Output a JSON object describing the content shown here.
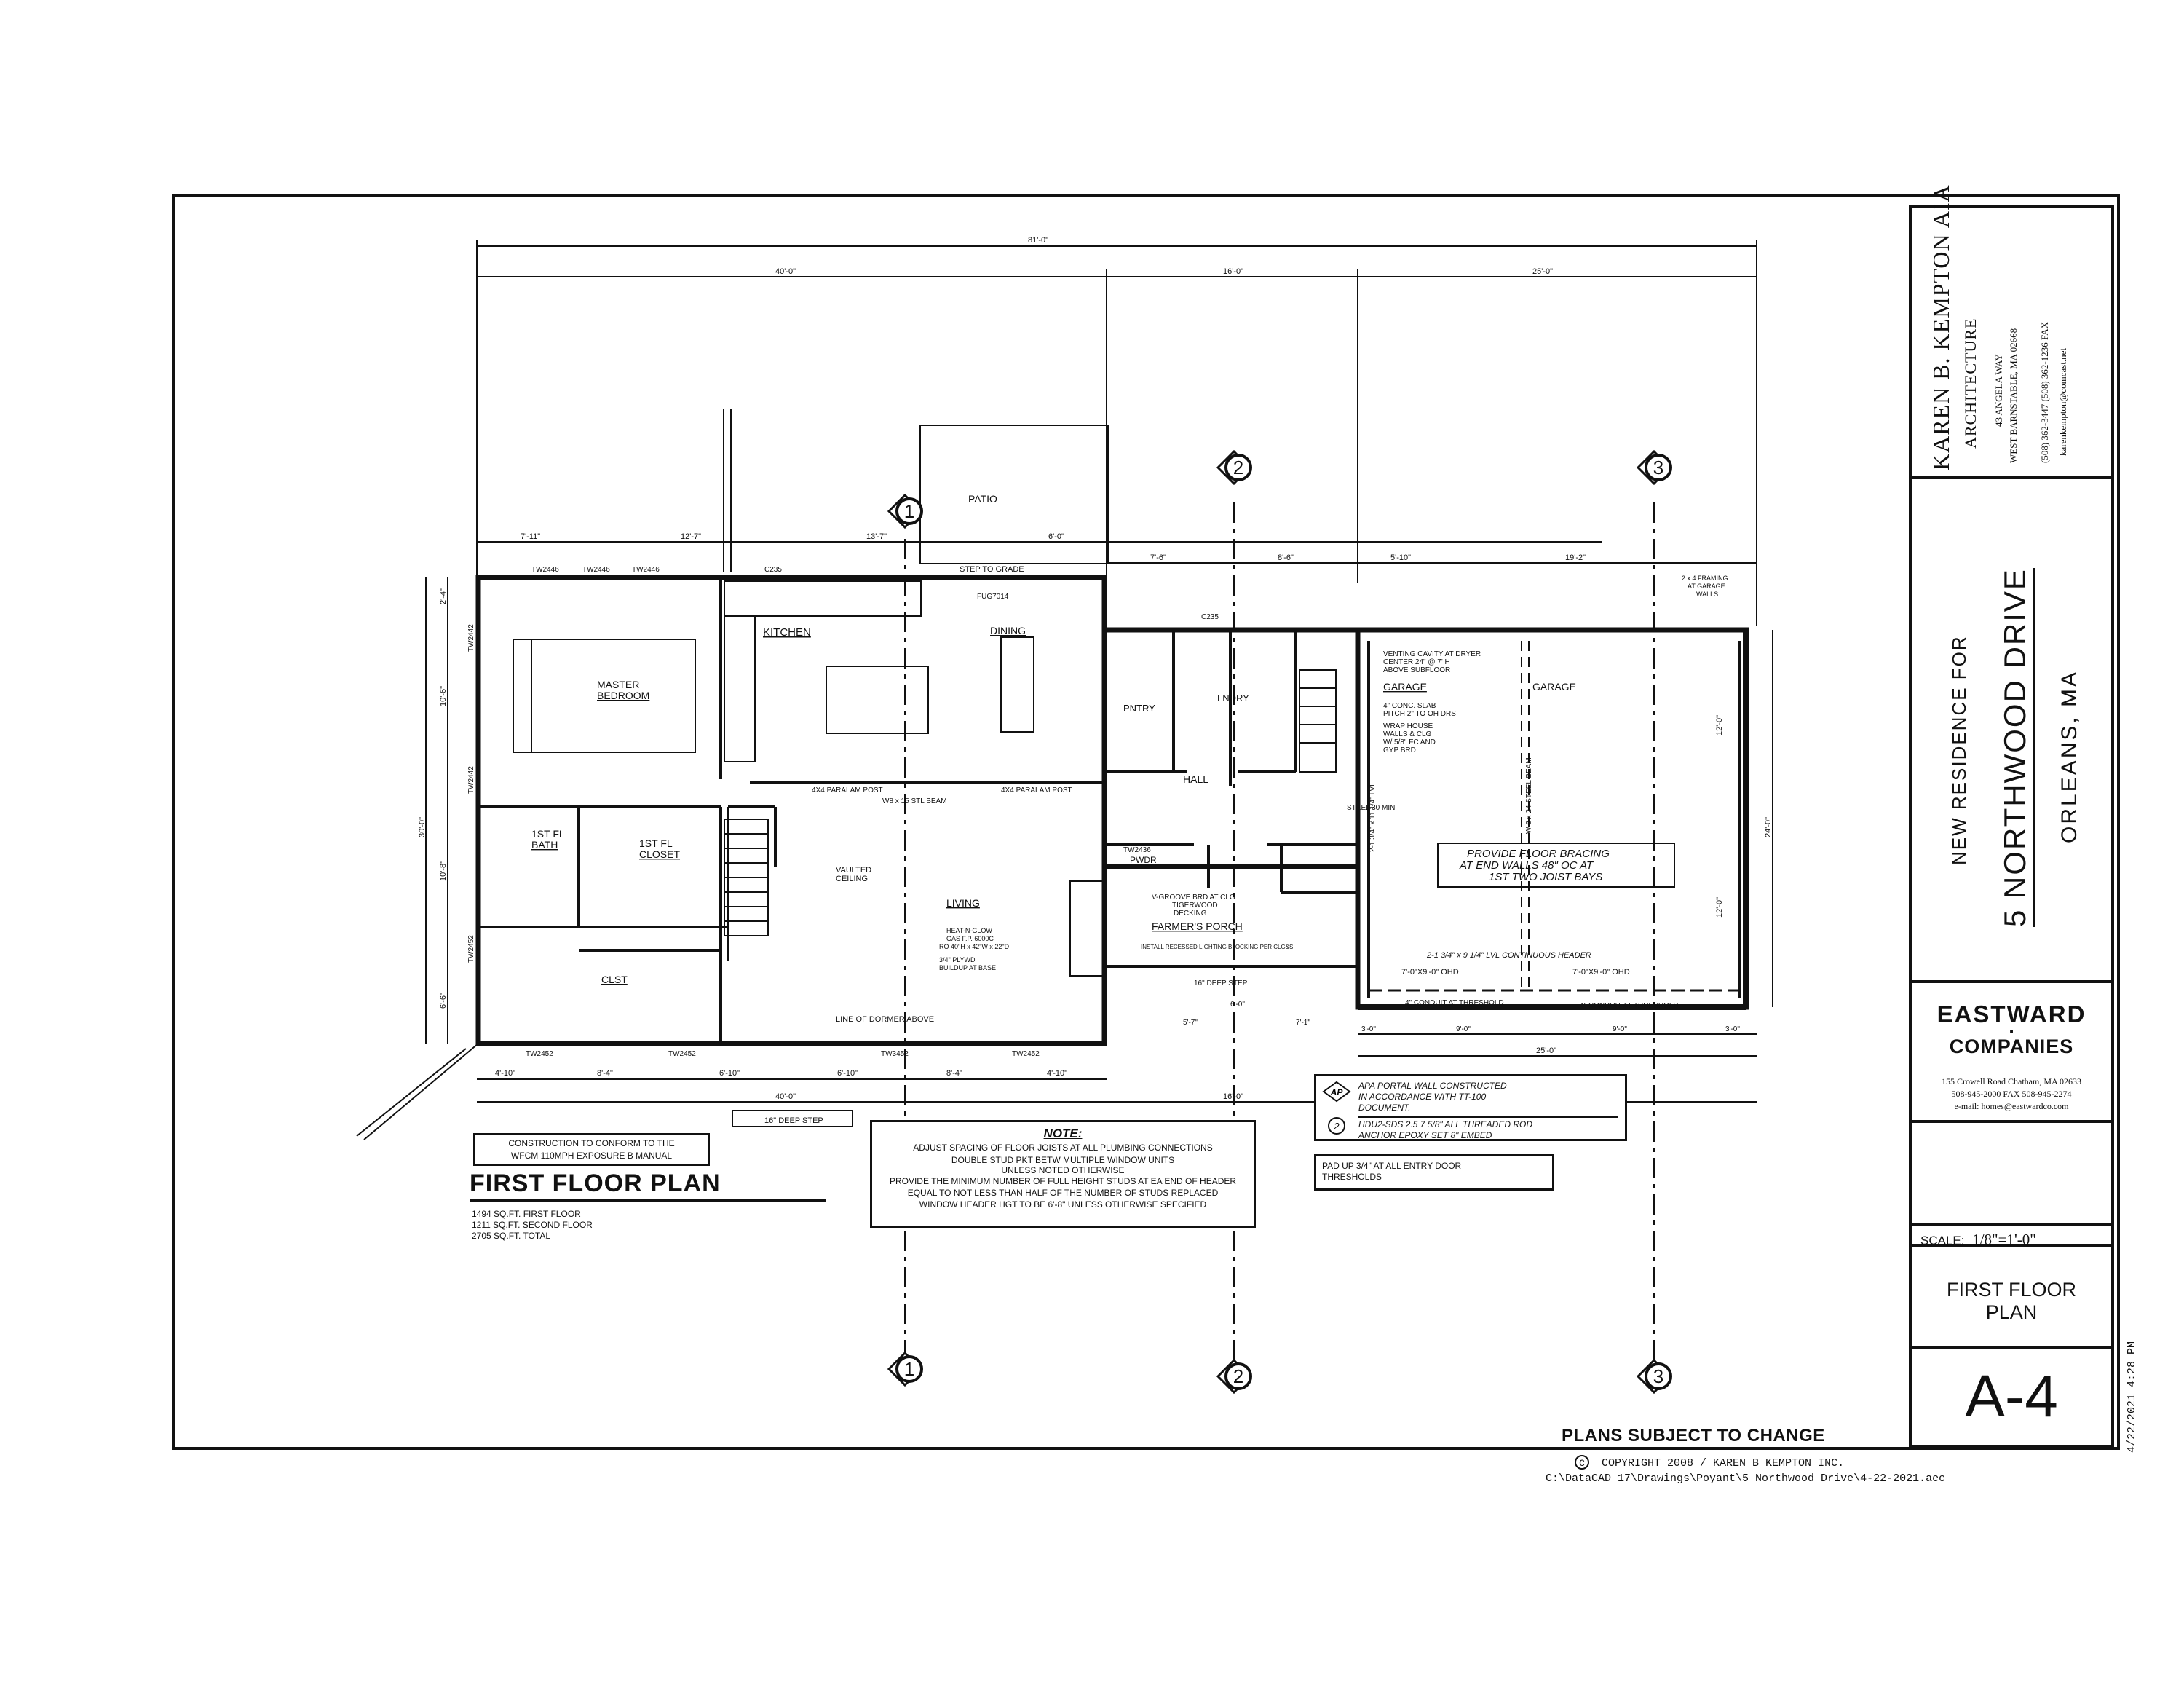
{
  "title_block": {
    "architect": {
      "name": "KAREN B. KEMPTON AIA",
      "subtitle": "ARCHITECTURE",
      "address1": "43 ANGELA WAY",
      "address2": "WEST BARNSTABLE, MA 02668",
      "phone": "(508) 362-3447  (508) 362-1236 FAX",
      "email": "karenkempton@comcast.net"
    },
    "project": {
      "label": "NEW RESIDENCE FOR",
      "name": "5 NORTHWOOD DRIVE",
      "location": "ORLEANS, MA"
    },
    "builder": {
      "name1": "EASTWARD",
      "name2": "COMPANIES",
      "address": "155 Crowell Road   Chatham, MA 02633",
      "phone": "508-945-2000      FAX 508-945-2274",
      "email": "e-mail: homes@eastwardco.com"
    },
    "scale_label": "SCALE:",
    "scale_value": "1/8\"=1'-0\"",
    "sheet_title_1": "FIRST FLOOR",
    "sheet_title_2": "PLAN",
    "sheet_number": "A-4",
    "plot_stamp": "4/22/2021  4:28 PM"
  },
  "plan": {
    "title": "FIRST FLOOR PLAN",
    "areas": [
      "1494 SQ.FT. FIRST FLOOR",
      "1211 SQ.FT. SECOND FLOOR",
      "2705 SQ.FT. TOTAL"
    ],
    "conform_note": [
      "CONSTRUCTION TO CONFORM TO THE",
      "WFCM 110MPH EXPOSURE B MANUAL"
    ],
    "grid_labels": [
      "1",
      "2",
      "3"
    ],
    "rooms": {
      "patio": "PATIO",
      "step_to_grade": "STEP TO GRADE",
      "kitchen": "KITCHEN",
      "dining": "DINING",
      "master_bedroom": [
        "MASTER",
        "BEDROOM"
      ],
      "master_bath": [
        "1ST FL",
        "BATH"
      ],
      "master_closet": [
        "1ST FL",
        "CLOSET"
      ],
      "living": "LIVING",
      "clst": "CLST",
      "pntry": "PNTRY",
      "lndry": "LNDRY",
      "hall": "HALL",
      "pwdr": "PWDR",
      "farmers_porch": "FARMER'S PORCH",
      "garage_1": "GARAGE",
      "garage_2": "GARAGE",
      "vaulted_ceiling": [
        "VAULTED",
        "CEILING"
      ],
      "line_of_dormer": "LINE OF DORMER ABOVE"
    },
    "plan_notes": {
      "stl_beam": "W8 x 15 STL BEAM",
      "paralam_1": "4X4 PARALAM POST",
      "paralam_2": "4X4 PARALAM POST",
      "garage_note": [
        "VENTING CAVITY AT DRYER",
        "CENTER 24\" @ 7' H",
        "ABOVE SUBFLOOR"
      ],
      "slab_note": [
        "4\" CONC. SLAB",
        "PITCH 2\" TO OH DRS"
      ],
      "wrap_note": [
        "WRAP HOUSE",
        "WALLS & CLG",
        "W/ 5/8\" FC AND",
        "GYP BRD"
      ],
      "floor_bracing": [
        "PROVIDE FLOOR BRACING",
        "AT END WALLS 48\" OC AT",
        "1ST TWO JOIST BAYS"
      ],
      "lvl_header": "2-1 3/4\" x 9 1/4\" LVL CONTINUOUS HEADER",
      "ohd_1": "7'-0\"X9'-0\" OHD",
      "ohd_2": "7'-0\"X9'-0\" OHD",
      "conduit_1": "4\" CONDUIT AT THRESHOLD",
      "conduit_2": "4\" CONDUIT AT THRESHOLD",
      "porch_decking": [
        "V-GROOVE BRD AT CLG",
        "TIGERWOOD",
        "DECKING"
      ],
      "recessed": "INSTALL RECESSED LIGHTING BLOCKING PER CLG&S",
      "deep_step_1": "16\" DEEP STEP",
      "deep_step_2": "16\" DEEP STEP",
      "steel_post": "STEEL 30 MIN",
      "framing": [
        "2 x 4 FRAMING",
        "AT GARAGE",
        "WALLS"
      ],
      "fireplace": [
        "HEAT-N-GLOW",
        "GAS F.P. 6000C",
        "RO 40\"H x 42\"W x 22\"D"
      ],
      "plywd": [
        "3/4\" PLYWD",
        "BUILDUP AT BASE"
      ],
      "steel_beam_garage": "W 8 x 24 STEEL BEAM",
      "lvl_vertical": "2-1 3/4\" x 11 1/4\" LVL"
    },
    "dims_top": {
      "overall": "81'-0\"",
      "seg1": "40'-0\"",
      "seg2": "16'-0\"",
      "seg3": "25'-0\"",
      "sub1": "7'-11\"",
      "sub2": "12'-7\"",
      "sub3": "13'-7\"",
      "sub4": "6'-0\"",
      "sub5": "7'-6\"",
      "sub6": "8'-6\"",
      "sub7": "5'-10\"",
      "sub8": "19'-2\""
    },
    "dims_bottom": {
      "b1": "4'-10\"",
      "b2": "8'-4\"",
      "b3": "6'-10\"",
      "b4": "6'-10\"",
      "b5": "8'-4\"",
      "b6": "4'-10\"",
      "total1": "40'-0\"",
      "total2": "16'-0\"",
      "total3": "25'-0\"",
      "g1": "3'-0\"",
      "g2": "9'-0\"",
      "g3": "9'-0\"",
      "g4": "3'-0\"",
      "p1": "5'-7\"",
      "p2": "7'-1\"",
      "p3": "6'-0\""
    },
    "dims_side": {
      "left_overall": "30'-0\"",
      "right_overall": "24'-0\"",
      "l1": "2'-4\"",
      "l2": "10'-6\"",
      "l3": "10'-8\"",
      "l4": "6'-6\"",
      "r1": "12'-0\"",
      "r2": "12'-0\""
    },
    "windows": [
      "TW2446",
      "TW2446",
      "TW2446",
      "TW2442",
      "TW2442",
      "TW2452",
      "TW2452",
      "TW2452",
      "TW3452",
      "TW2452",
      "TW2436",
      "C235",
      "C235",
      "FUG7014"
    ]
  },
  "notes": {
    "main_title": "NOTE:",
    "main_lines": [
      "ADJUST SPACING OF FLOOR JOISTS AT ALL PLUMBING CONNECTIONS",
      "DOUBLE STUD PKT BETW MULTIPLE WINDOW UNITS",
      "UNLESS NOTED OTHERWISE",
      "PROVIDE THE MINIMUM NUMBER OF FULL HEIGHT STUDS AT EA END OF HEADER",
      "EQUAL TO NOT LESS THAN HALF OF THE NUMBER OF STUDS REPLACED",
      "WINDOW HEADER HGT TO BE 6'-8\" UNLESS OTHERWISE SPECIFIED"
    ],
    "legend_ap_tag": "AP",
    "legend_ap_text": [
      "APA PORTAL WALL CONSTRUCTED",
      "IN ACCORDANCE WITH TT-100",
      "DOCUMENT."
    ],
    "legend_2_tag": "2",
    "legend_2_text": [
      "HDU2-SDS 2.5 7 5/8\" ALL THREADED ROD",
      "ANCHOR EPOXY SET 8\" EMBED"
    ],
    "pad_up": [
      "PAD UP 3/4\" AT ALL ENTRY DOOR",
      "THRESHOLDS"
    ]
  },
  "footer": {
    "subject_to_change": "PLANS SUBJECT TO CHANGE",
    "copyright": "COPYRIGHT  2008 / KAREN B KEMPTON INC.",
    "file_path": "C:\\DataCAD 17\\Drawings\\Poyant\\5 Northwood Drive\\4-22-2021.aec"
  }
}
